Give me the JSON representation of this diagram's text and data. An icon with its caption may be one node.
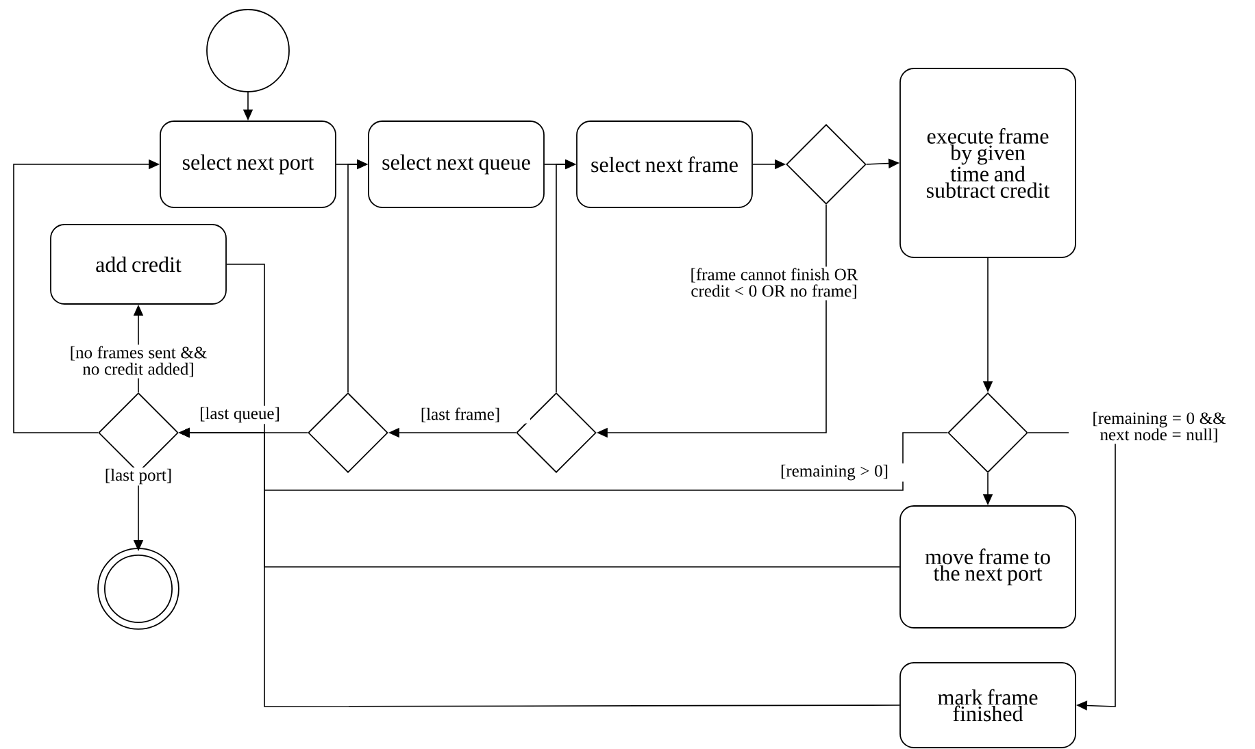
{
  "diagram": {
    "nodes": [
      {
        "text": [],
        "shape": "circle"
      },
      {
        "text": [
          "select next port"
        ]
      },
      {
        "text": [
          "select next queue"
        ]
      },
      {
        "text": [
          "select next frame"
        ]
      },
      {
        "text": [],
        "shape": "diamond"
      },
      {
        "text": [
          "execute frame by given time and subtract credit"
        ]
      },
      {
        "text": [
          "add credit"
        ]
      },
      {
        "text": [],
        "shape": "diamond"
      },
      {
        "text": [],
        "shape": "diamond"
      },
      {
        "text": [],
        "shape": "diamond"
      },
      {
        "text": [],
        "shape": "diamond"
      },
      {
        "text": [
          "move frame to the next port"
        ]
      },
      {
        "text": [
          "mark frame finished"
        ]
      },
      {
        "text": [],
        "shape": "circle"
      }
    ],
    "edges": [
      {
        "from": 0,
        "to": 1,
        "arrow": "to"
      },
      {
        "from": 1,
        "to": 2,
        "arrow": "to"
      },
      {
        "from": 2,
        "to": 3,
        "arrow": "to"
      },
      {
        "from": 3,
        "to": 4,
        "arrow": "to"
      },
      {
        "from": 4,
        "to": 5,
        "arrow": "to"
      },
      {
        "from": 5,
        "to": 10,
        "arrow": "to"
      },
      {
        "from": 4,
        "to": 9,
        "arrow": "to",
        "label": "[frame cannot finish OR credit < 0 OR no frame]"
      },
      {
        "from": 9,
        "to": 8,
        "arrow": "to",
        "label": "[last frame]"
      },
      {
        "from": 9,
        "to": 3,
        "arrow": "to"
      },
      {
        "from": 8,
        "to": 7,
        "arrow": "to",
        "label": "[last queue]"
      },
      {
        "from": 8,
        "to": 2,
        "arrow": "to"
      },
      {
        "from": 7,
        "to": 1,
        "arrow": "to"
      },
      {
        "from": 7,
        "to": 6,
        "arrow": "to",
        "label": "[no frames sent && no credit added]"
      },
      {
        "from": 7,
        "to": 13,
        "arrow": "to",
        "label": "[last port]"
      },
      {
        "from": 6,
        "to": 7,
        "arrow": "to"
      },
      {
        "from": 10,
        "to": 7,
        "arrow": "to",
        "label": "[remaining > 0]"
      },
      {
        "from": 11,
        "to": 7,
        "arrow": "to"
      },
      {
        "from": 12,
        "to": 7,
        "arrow": "to"
      },
      {
        "from": 10,
        "to": 11,
        "arrow": "to"
      },
      {
        "from": 10,
        "to": 12,
        "arrow": "to",
        "label": "[remaining = 0 && next node = null]"
      }
    ]
  }
}
